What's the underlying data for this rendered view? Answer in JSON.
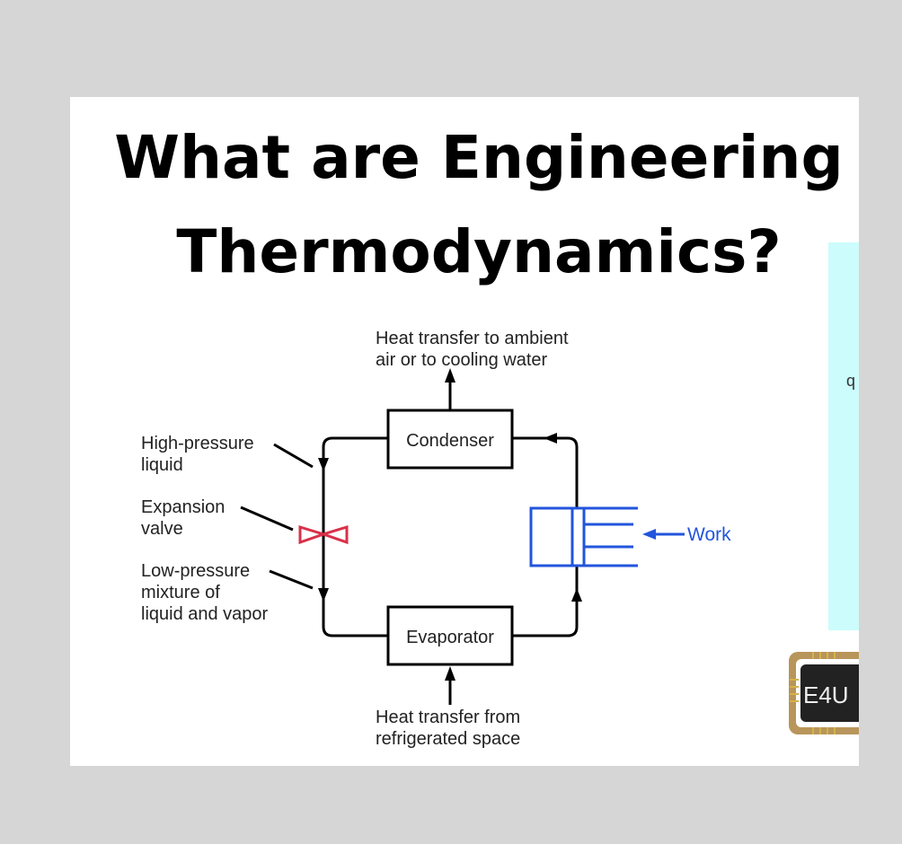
{
  "title": {
    "line1": "What are Engineering",
    "line2": "Thermodynamics?"
  },
  "diagram": {
    "top_label": [
      "Heat transfer to ambient",
      "air or to cooling water"
    ],
    "bottom_label": [
      "Heat transfer from",
      "refrigerated space"
    ],
    "condenser": "Condenser",
    "evaporator": "Evaporator",
    "high_pressure": [
      "High-pressure",
      "liquid"
    ],
    "expansion_valve": [
      "Expansion",
      "valve"
    ],
    "low_pressure": [
      "Low-pressure",
      "mixture of",
      "liquid and vapor"
    ],
    "work": "Work"
  },
  "side_panel": {
    "text": "q"
  },
  "logo": {
    "text": "E4U"
  },
  "colors": {
    "valve": "#d9304a",
    "compressor": "#2255dd",
    "panel": "#ccfcfc",
    "logo_gold": "#b8955a"
  }
}
